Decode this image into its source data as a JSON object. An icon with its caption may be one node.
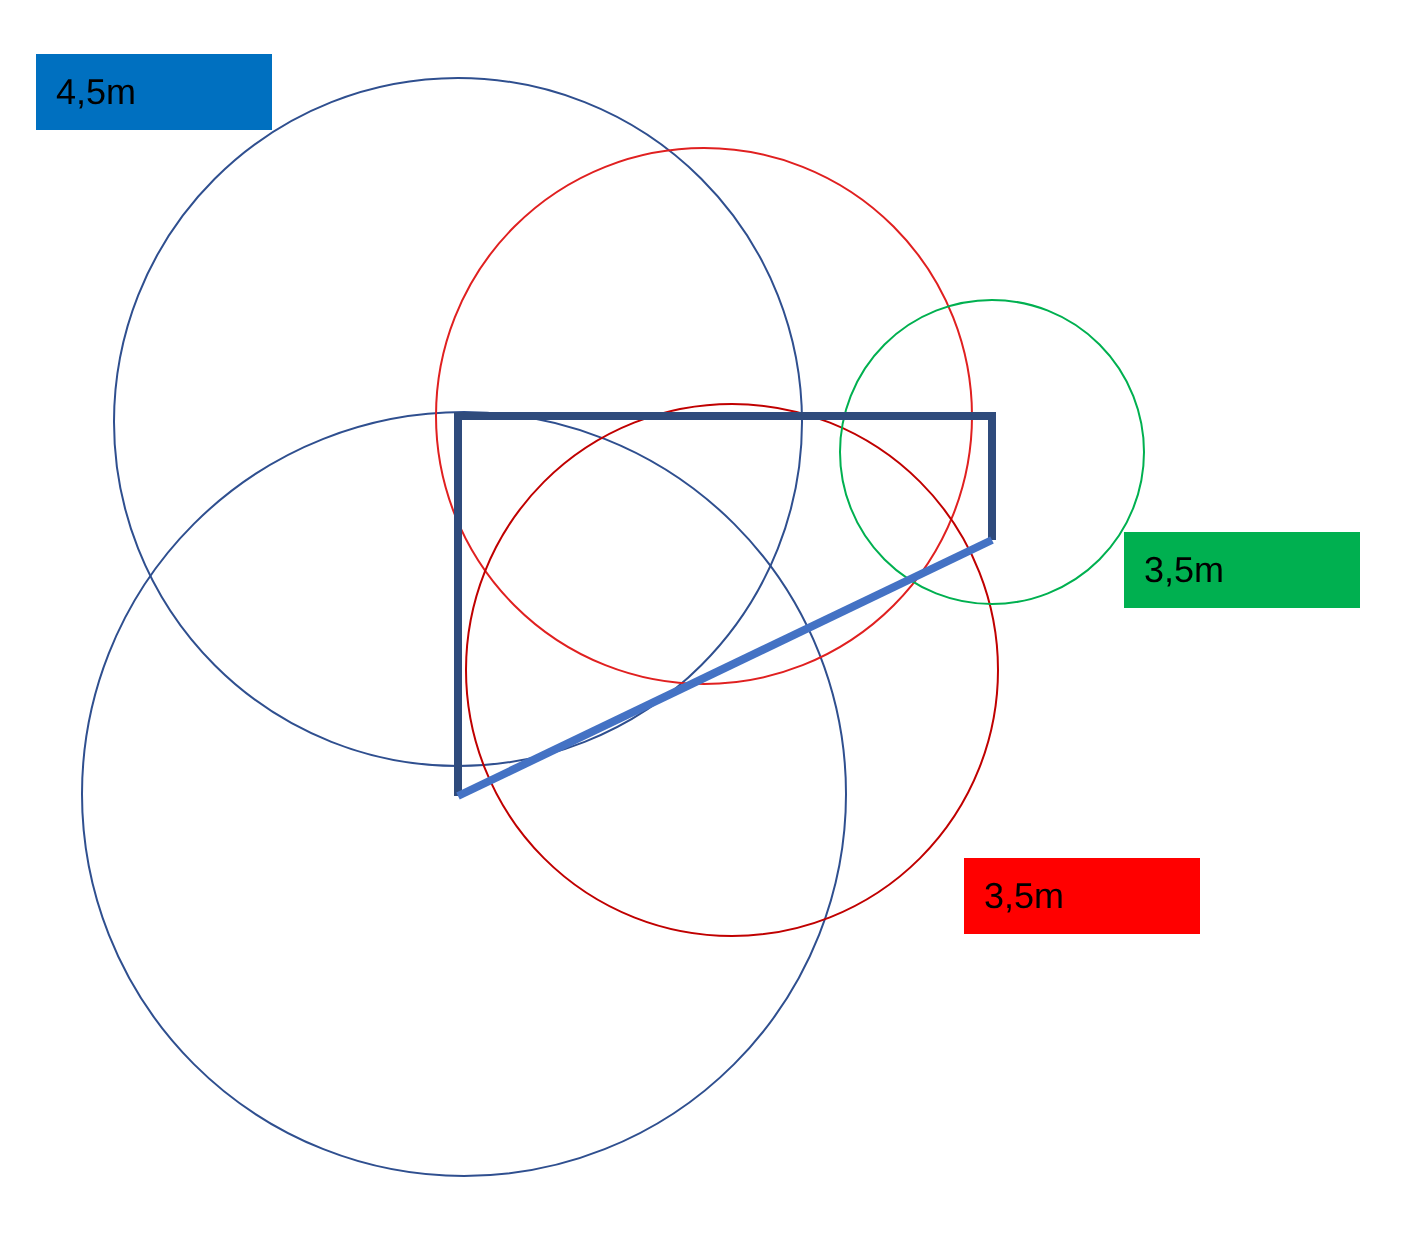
{
  "diagram": {
    "nodes": [
      {
        "text": [
          "4,5m"
        ]
      },
      {
        "text": [
          "3,5m"
        ]
      },
      {
        "text": [
          "3,5m"
        ]
      }
    ]
  }
}
